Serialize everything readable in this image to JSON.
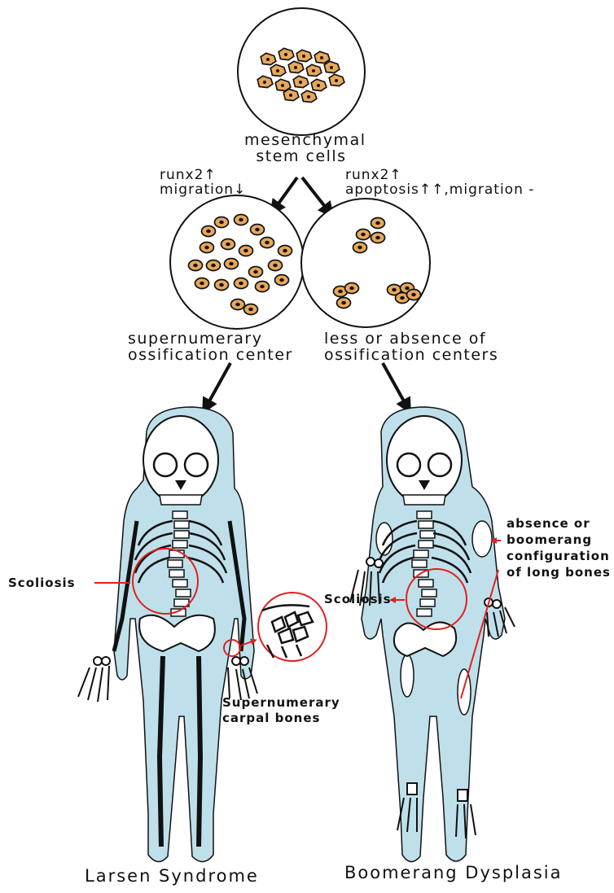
{
  "labels": {
    "stem_cells_line1": "mesenchymal",
    "stem_cells_line2": "stem cells",
    "left_signal_line1": "runx2↑",
    "left_signal_line2": "migration↓",
    "right_signal_line1": "runx2↑",
    "right_signal_line2": "apoptosis↑↑,migration -",
    "left_outcome_line1": "supernumerary",
    "left_outcome_line2": "ossification center",
    "right_outcome_line1": "less or absence of",
    "right_outcome_line2": "ossification centers",
    "left_scoliosis": "Scoliosis",
    "right_scoliosis": "Scoliosis",
    "carpal_line1": "Supernumerary",
    "carpal_line2": "carpal bones",
    "long_bones_line1": "absence or",
    "long_bones_line2": "boomerang",
    "long_bones_line3": "configuration",
    "long_bones_line4": "of long bones",
    "left_title": "Larsen Syndrome",
    "right_title": "Boomerang Dysplasia"
  },
  "colors": {
    "cell_fill": "#e8a85a",
    "body_fill": "#bfe0ea",
    "annotation_red": "#e02020",
    "ink": "#111111"
  }
}
